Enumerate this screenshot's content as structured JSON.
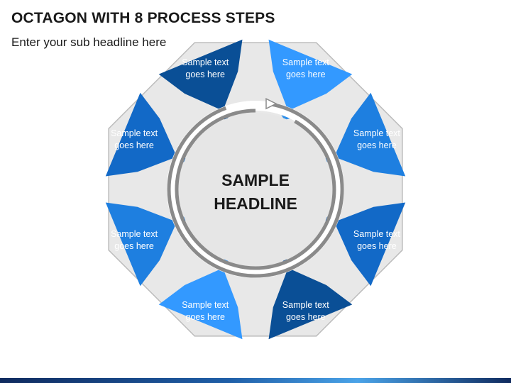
{
  "title": "OCTAGON WITH 8 PROCESS STEPS",
  "subtitle": "Enter your sub headline here",
  "center": {
    "line1": "SAMPLE",
    "line2": "HEADLINE"
  },
  "steps": [
    {
      "line1": "Sample text",
      "line2": "goes here",
      "color": "#3399ff",
      "notch": "#2f8fe8"
    },
    {
      "line1": "Sample text",
      "line2": "goes here",
      "color": "#1e7fe0",
      "notch": "#1e7fe0"
    },
    {
      "line1": "Sample text",
      "line2": "goes here",
      "color": "#1269c7",
      "notch": "#1269c7"
    },
    {
      "line1": "Sample text",
      "line2": "goes here",
      "color": "#0a4f96",
      "notch": "#0a4f96"
    },
    {
      "line1": "Sample text",
      "line2": "goes here",
      "color": "#3399ff",
      "notch": "#3399ff"
    },
    {
      "line1": "Sample text",
      "line2": "goes here",
      "color": "#1e7fe0",
      "notch": "#1e7fe0"
    },
    {
      "line1": "Sample text",
      "line2": "goes here",
      "color": "#1269c7",
      "notch": "#1269c7"
    },
    {
      "line1": "Sample text",
      "line2": "goes here",
      "color": "#0a4f96",
      "notch": "#0a4f96"
    }
  ],
  "colors": {
    "octagon_fill": "#e8e8e8",
    "octagon_border": "#bcbcbc",
    "ring": "#8a8a8a",
    "center_fill": "#e6e6e6"
  }
}
